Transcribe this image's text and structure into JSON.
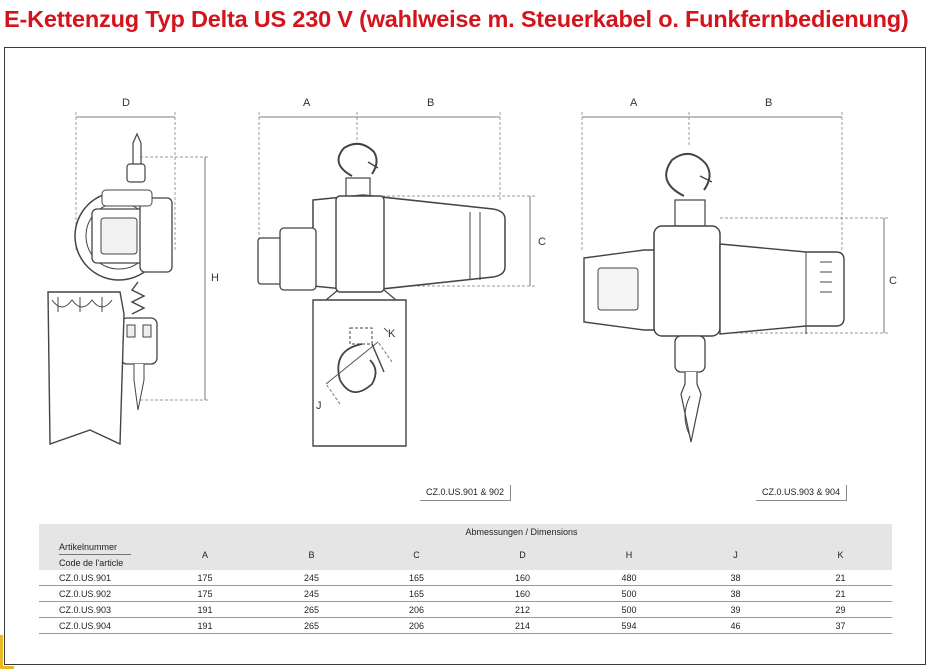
{
  "page": {
    "title": "E-Kettenzug Typ Delta US 230 V (wahlweise m. Steuerkabel o. Funkfernbedienung)"
  },
  "drawing": {
    "dim_labels": {
      "D": "D",
      "H": "H",
      "A": "A",
      "B": "B",
      "C": "C",
      "K": "K",
      "J": "J"
    },
    "code_left": "CZ.0.US.901 & 902",
    "code_right": "CZ.0.US.903 & 904"
  },
  "table": {
    "group_header": "Abmessungen / Dimensions",
    "label_de": "Artikelnummer",
    "label_fr": "Code de l'article",
    "columns": [
      "A",
      "B",
      "C",
      "D",
      "H",
      "J",
      "K"
    ],
    "rows": [
      [
        "CZ.0.US.901",
        "175",
        "245",
        "165",
        "160",
        "480",
        "38",
        "21"
      ],
      [
        "CZ.0.US.902",
        "175",
        "245",
        "165",
        "160",
        "500",
        "38",
        "21"
      ],
      [
        "CZ.0.US.903",
        "191",
        "265",
        "206",
        "212",
        "500",
        "39",
        "29"
      ],
      [
        "CZ.0.US.904",
        "191",
        "265",
        "206",
        "214",
        "594",
        "46",
        "37"
      ]
    ]
  }
}
